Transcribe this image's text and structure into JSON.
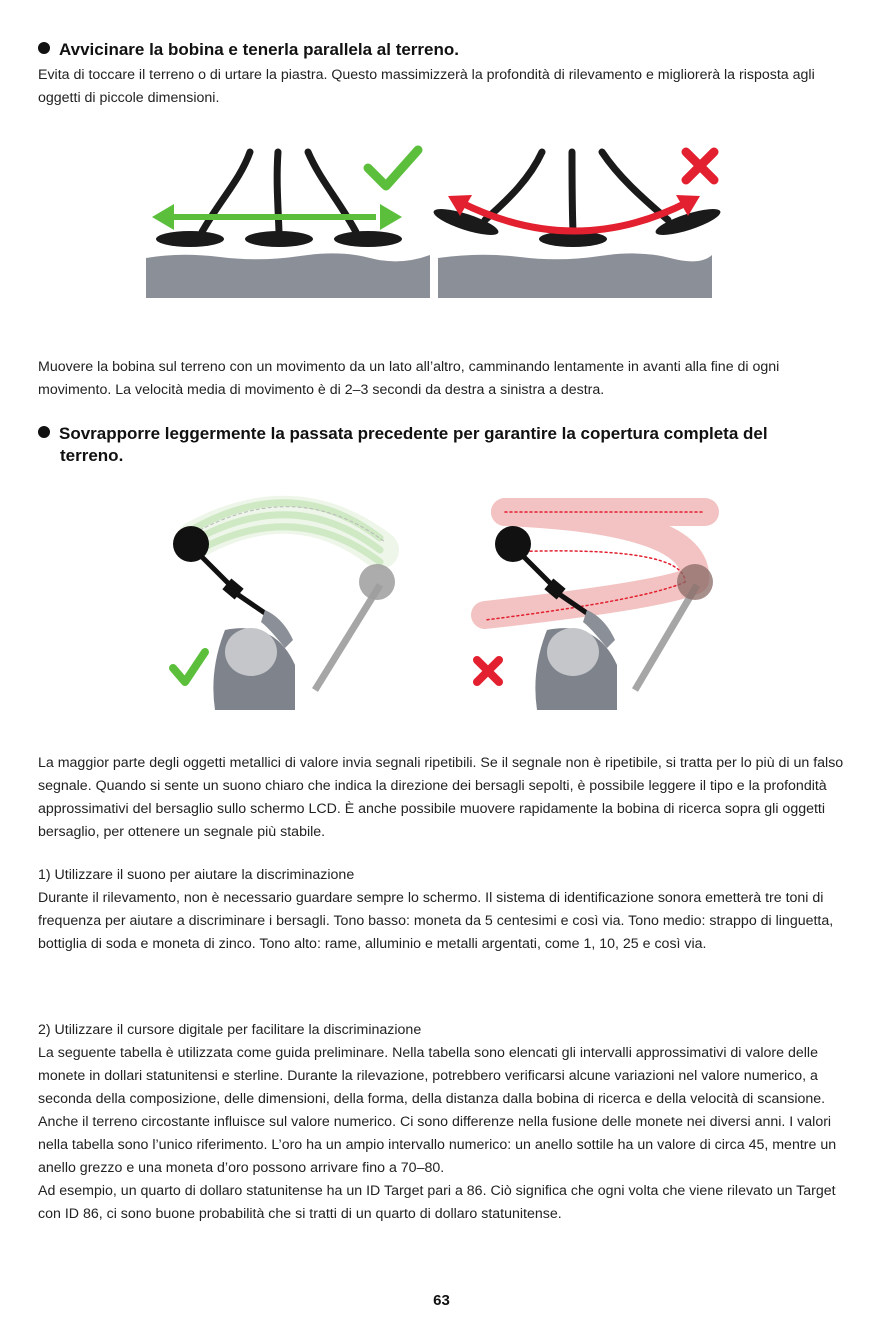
{
  "section1": {
    "heading": "Avvicinare la bobina e tenerla parallela al terreno.",
    "intro": "Evita di toccare il terreno o di urtare la piastra. Questo massimizzerà la profondità di rilevamento e migliorerà la risposta agli oggetti di piccole dimensioni.",
    "after_figure": "Muovere la bobina sul terreno con un movimento da un lato all’altro, camminando lentamente in avanti alla fine di ogni movimento. La velocità media di movimento è di 2–3 secondi da destra a sinistra a destra."
  },
  "section2": {
    "heading_line1": "Sovrapporre leggermente la passata precedente per garantire la copertura completa del",
    "heading_line2": "terreno.",
    "after_figure": "La maggior parte degli oggetti metallici di valore invia segnali ripetibili. Se il segnale non è ripetibile, si tratta per lo più di un falso segnale. Quando si sente un suono chiaro che indica la direzione dei bersagli sepolti, è possibile leggere il tipo e la profondità approssimativi del bersaglio sullo schermo LCD. È anche possibile muovere rapidamente la bobina di ricerca sopra gli oggetti bersaglio, per ottenere un segnale più stabile."
  },
  "item1": {
    "title": "1)  Utilizzare il suono per aiutare la discriminazione",
    "body": "Durante il rilevamento, non è necessario guardare sempre lo schermo. Il sistema di identificazione sonora emetterà tre toni di frequenza per aiutare a discriminare i bersagli. Tono basso: moneta da 5 centesimi e così via. Tono medio: strappo di linguetta, bottiglia di soda e moneta di zinco. Tono alto: rame, alluminio e metalli argentati, come 1, 10, 25 e così via."
  },
  "item2": {
    "title": "2)  Utilizzare il cursore digitale per facilitare la discriminazione",
    "body": "La seguente tabella è utilizzata come guida preliminare. Nella tabella sono elencati gli intervalli approssimativi di valore delle monete in dollari statunitensi e sterline. Durante la rilevazione, potrebbero verificarsi alcune variazioni nel valore numerico, a seconda della composizione, delle dimensioni, della forma, della distanza dalla bobina di ricerca e della velocità di scansione. Anche il terreno circostante influisce sul valore numerico. Ci sono differenze nella fusione delle monete nei diversi anni. I valori nella tabella sono l’unico riferimento. L’oro ha un ampio intervallo numerico: un anello sottile ha un valore di circa 45, mentre un anello grezzo e una moneta d’oro possono arrivare fino a 70–80.",
    "example": "Ad esempio, un quarto di dollaro statunitense ha un ID Target pari a 86. Ciò significa che ogni volta che viene rilevato un Target con ID 86, ci sono buone probabilità che si tratti di un quarto di dollaro statunitense."
  },
  "page_number": "63",
  "colors": {
    "correct": "#5cbf3c",
    "wrong": "#e3202f",
    "ground": "#8b8f97",
    "trail_ok": "#cfe9c4",
    "trail_bad": "#f2c3c2"
  }
}
